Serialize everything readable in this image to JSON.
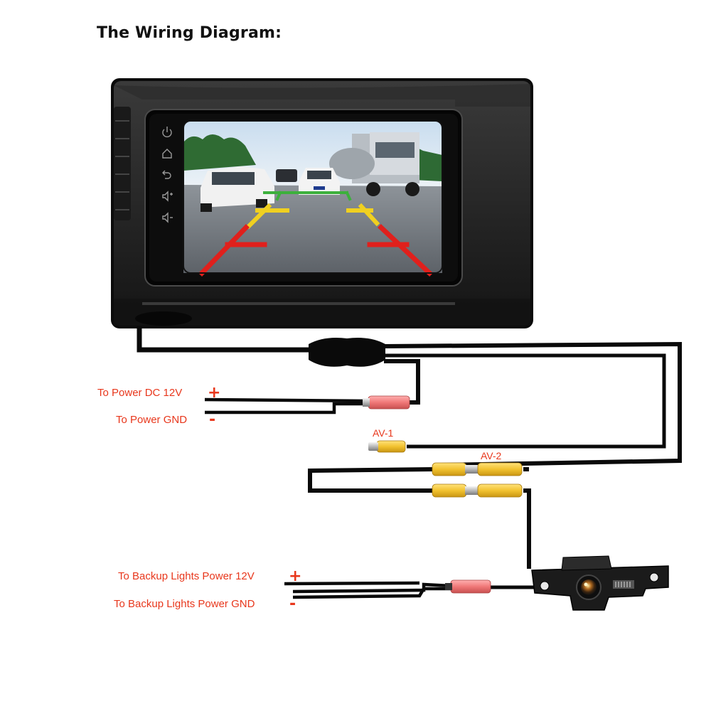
{
  "title": "The Wiring Diagram:",
  "labels": {
    "power_dc": "To Power DC 12V",
    "power_dc_sign": "+",
    "power_gnd": "To Power GND",
    "power_gnd_sign": "-",
    "av1": "AV-1",
    "av2": "AV-2",
    "backup_power": "To Backup Lights Power 12V",
    "backup_power_sign": "+",
    "backup_gnd": "To Backup Lights Power GND",
    "backup_gnd_sign": "-"
  },
  "colors": {
    "label_red": "#e8371c",
    "cable": "#0a0a0a",
    "rca_yellow": "#f2c230",
    "power_plug_pink": "#f07878",
    "guide_red": "#e0201c",
    "guide_yellow": "#f0d020",
    "guide_green": "#3cb03c"
  },
  "icons": [
    "power-icon",
    "home-icon",
    "back-icon",
    "volume-up-icon",
    "volume-down-icon"
  ]
}
